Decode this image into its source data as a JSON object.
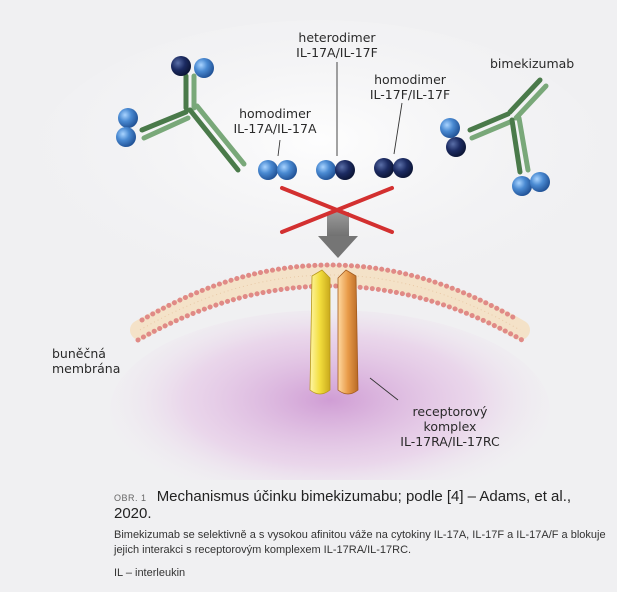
{
  "labels": {
    "heterodimer": [
      "heterodimer",
      "IL-17A/IL-17F"
    ],
    "homodimer_f": [
      "homodimer",
      "IL-17F/IL-17F"
    ],
    "homodimer_a": [
      "homodimer",
      "IL-17A/IL-17A"
    ],
    "bimekizumab": "bimekizumab",
    "membrane": [
      "buněčná",
      "membrána"
    ],
    "receptor": [
      "receptorový",
      "komplex",
      "IL-17RA/IL-17RC"
    ]
  },
  "caption": {
    "number": "OBR. 1",
    "title": "Mechanismus účinku bimekizumabu; podle [4] – Adams, et al., 2020.",
    "text": "Bimekizumab se selektivně a s vysokou afinitou váže na cytokiny IL-17A, IL-17F a IL-17A/F a blokuje jejich interakci s receptorovým komplexem IL-17RA/IL-17RC.",
    "abbreviation": "IL – interleukin"
  },
  "colors": {
    "il17a": "#3f7fc6",
    "il17f": "#1a2a5c",
    "antibody": "#5a8a5a",
    "cross": "#d33030",
    "receptor_a": "#f2e04a",
    "receptor_b": "#e8a050",
    "membrane_head": "#e28a86"
  }
}
